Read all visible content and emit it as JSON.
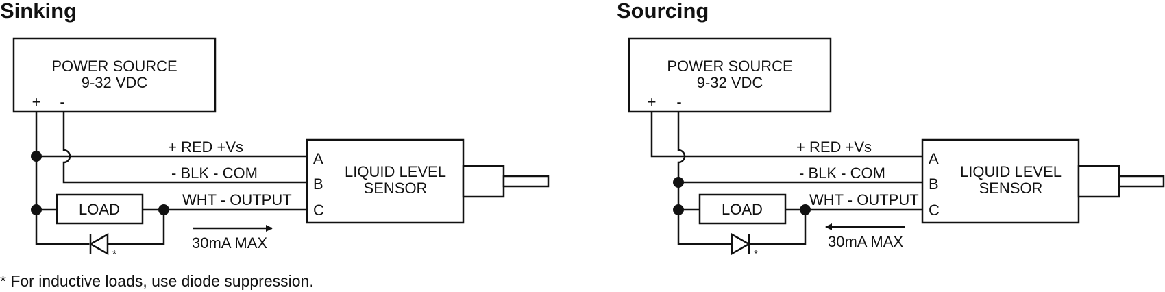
{
  "diagrams": [
    {
      "id": "sinking",
      "title": "Sinking",
      "power_source": {
        "line1": "POWER SOURCE",
        "line2": "9-32 VDC",
        "plus": "+",
        "minus": "-"
      },
      "wires": {
        "red": "+ RED +Vs",
        "blk": "- BLK - COM",
        "wht": "WHT - OUTPUT"
      },
      "sensor": {
        "line1": "LIQUID LEVEL",
        "line2": "SENSOR",
        "pins": [
          "A",
          "B",
          "C"
        ]
      },
      "load": "LOAD",
      "diode_mark": "*",
      "current": {
        "label": "30mA MAX",
        "direction": "right"
      }
    },
    {
      "id": "sourcing",
      "title": "Sourcing",
      "power_source": {
        "line1": "POWER SOURCE",
        "line2": "9-32 VDC",
        "plus": "+",
        "minus": "-"
      },
      "wires": {
        "red": "+ RED +Vs",
        "blk": "- BLK - COM",
        "wht": "WHT - OUTPUT"
      },
      "sensor": {
        "line1": "LIQUID LEVEL",
        "line2": "SENSOR",
        "pins": [
          "A",
          "B",
          "C"
        ]
      },
      "load": "LOAD",
      "diode_mark": "*",
      "current": {
        "label": "30mA MAX",
        "direction": "left"
      }
    }
  ],
  "footnote": "* For inductive loads, use diode suppression."
}
